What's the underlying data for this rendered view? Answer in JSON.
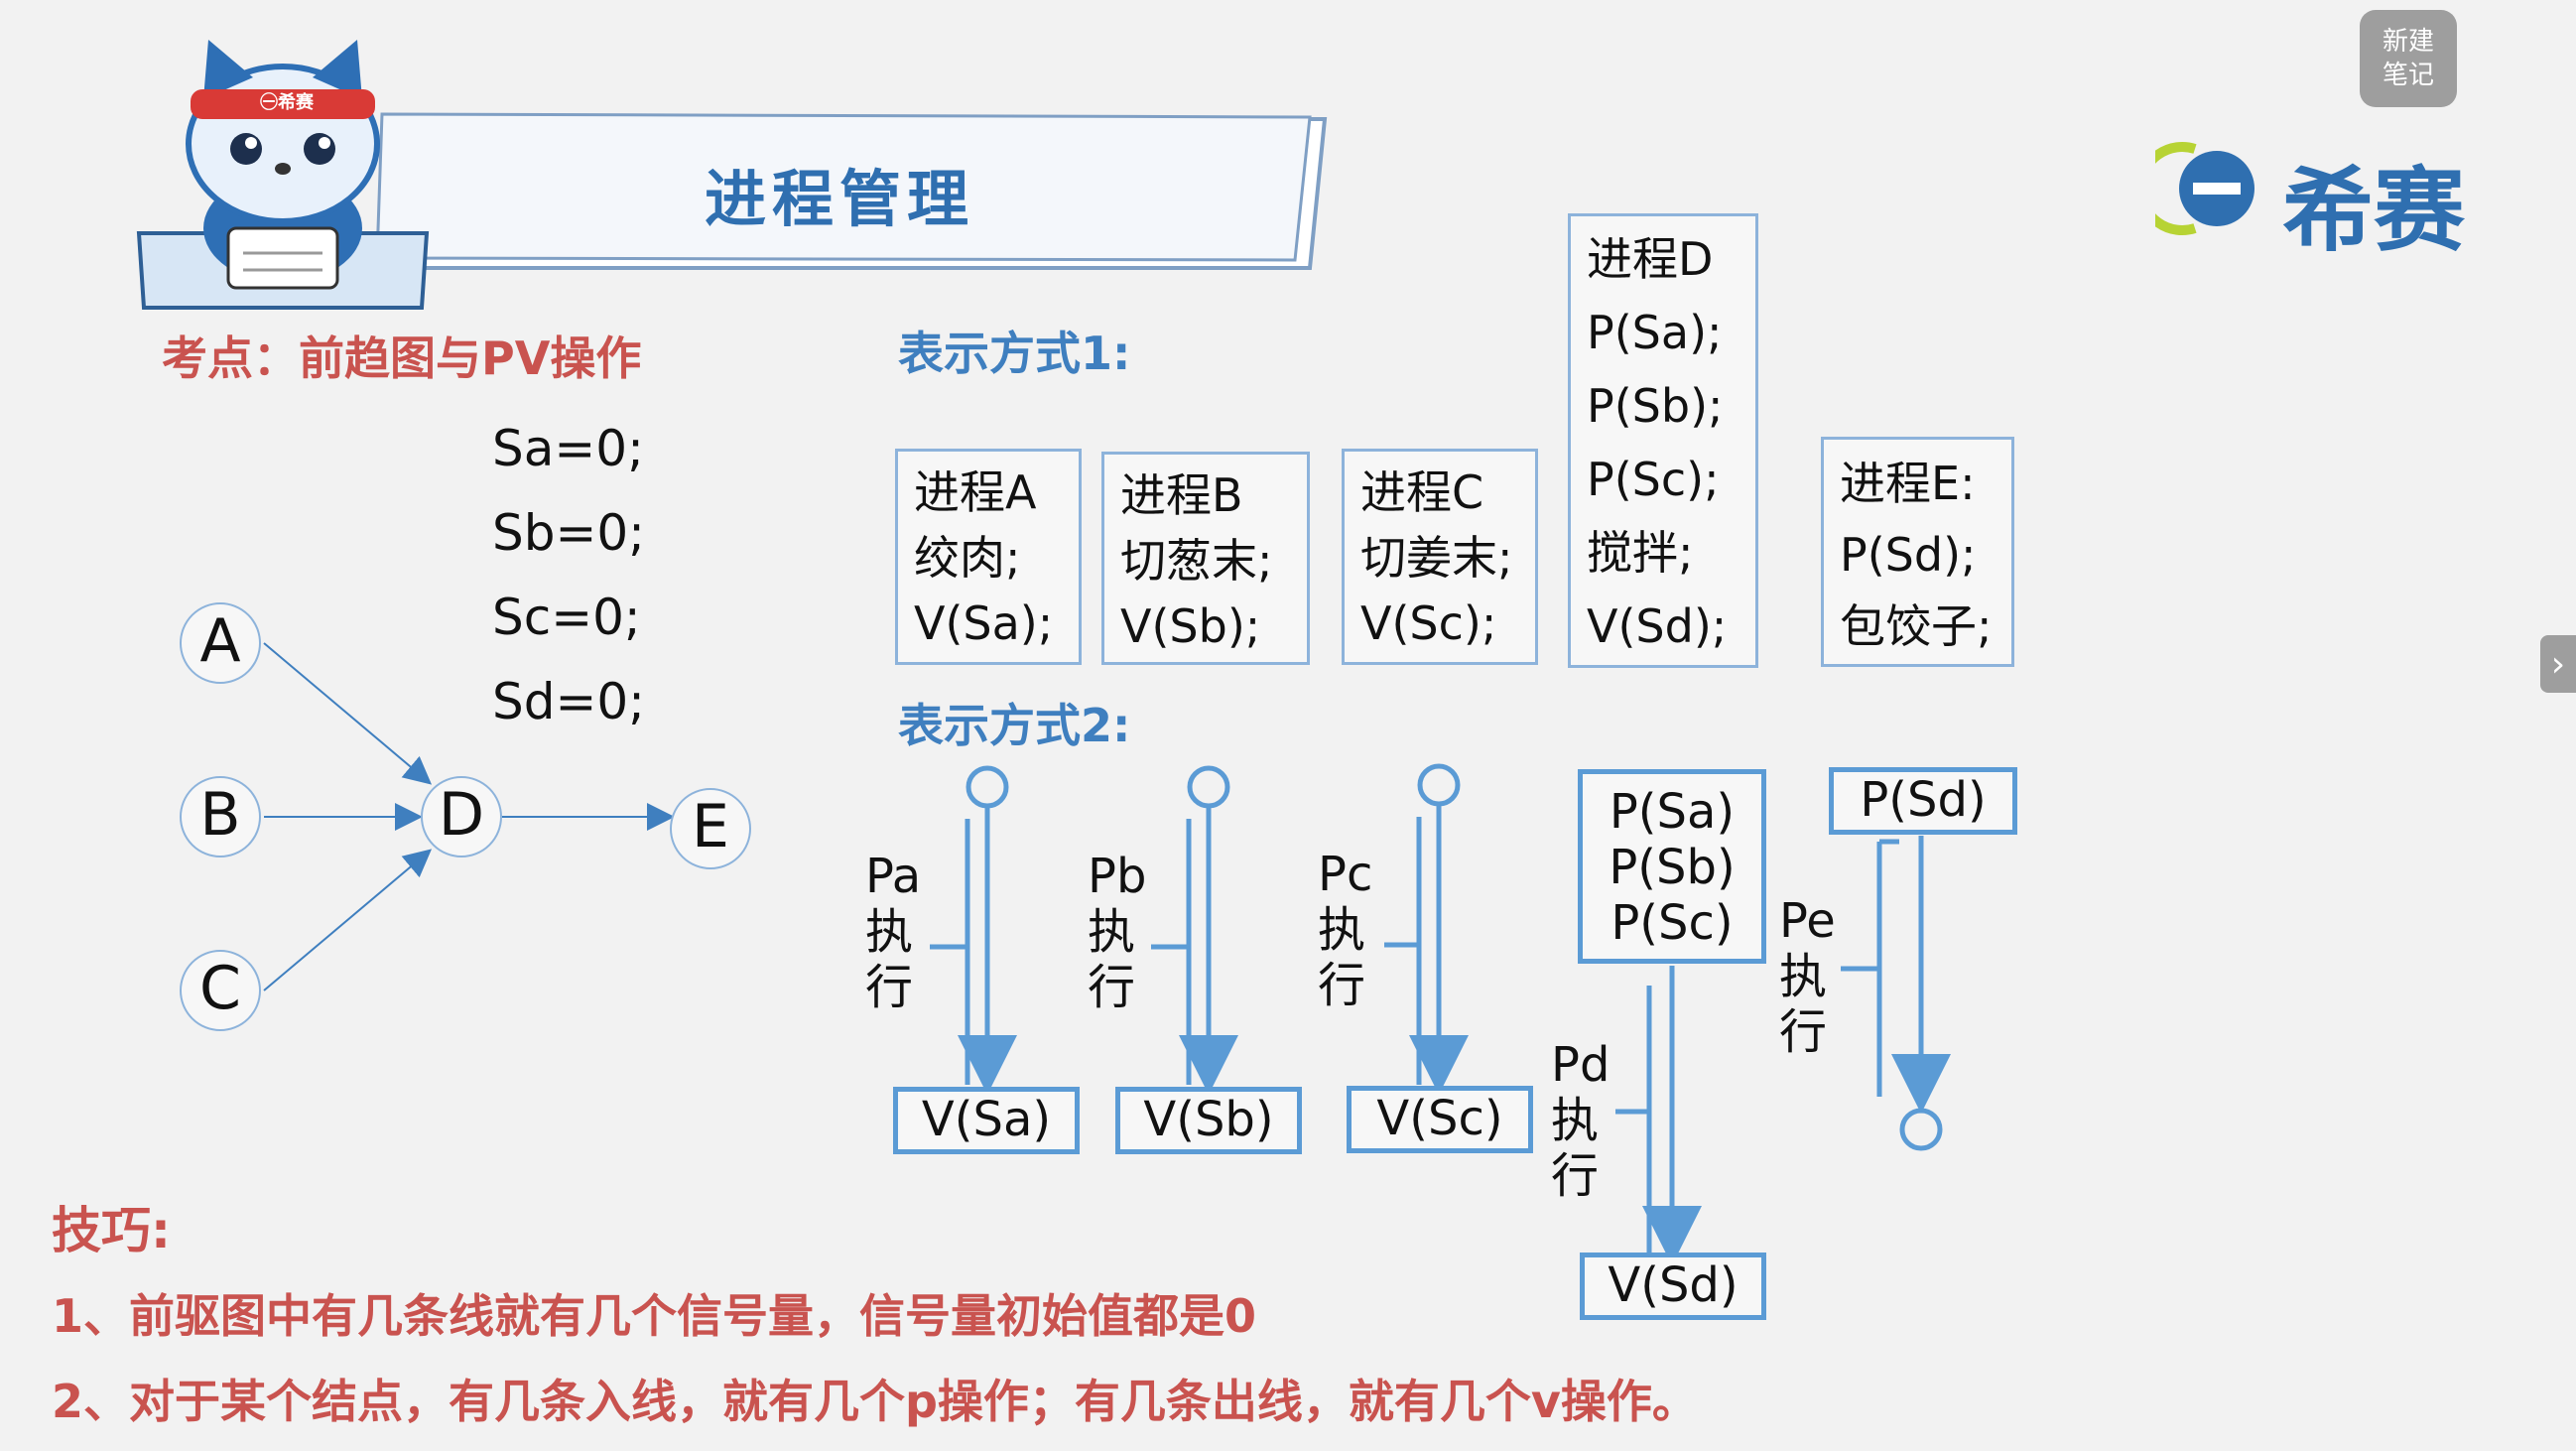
{
  "note_button": {
    "line1": "新建",
    "line2": "笔记"
  },
  "logo": {
    "text": "希赛",
    "mascot_badge": "㊀希赛"
  },
  "banner": {
    "title": "进程管理"
  },
  "exam_point": "考点：前趋图与PV操作",
  "semaphores": [
    "Sa=0;",
    "Sb=0;",
    "Sc=0;",
    "Sd=0;"
  ],
  "graph": {
    "nodes": [
      "A",
      "B",
      "C",
      "D",
      "E"
    ]
  },
  "repr1": {
    "heading": "表示方式1:",
    "processes": [
      {
        "lines": [
          "进程A",
          "绞肉;",
          "V(Sa);"
        ]
      },
      {
        "lines": [
          "进程B",
          "切葱末;",
          "V(Sb);"
        ]
      },
      {
        "lines": [
          "进程C",
          "切姜末;",
          "V(Sc);"
        ]
      },
      {
        "lines": [
          "进程D",
          "P(Sa);",
          "P(Sb);",
          "P(Sc);",
          "搅拌;",
          "V(Sd);"
        ]
      },
      {
        "lines": [
          "进程E:",
          "P(Sd);",
          "包饺子;"
        ]
      }
    ]
  },
  "repr2": {
    "heading": "表示方式2:",
    "labels": {
      "pa": "Pa\n执\n行",
      "pb": "Pb\n执\n行",
      "pc": "Pc\n执\n行",
      "pd": "Pd\n执\n行",
      "pe": "Pe\n执\n行"
    },
    "boxes": {
      "va": "V(Sa)",
      "vb": "V(Sb)",
      "vc": "V(Sc)",
      "pd_top": [
        "P(Sa)",
        "P(Sb)",
        "P(Sc)"
      ],
      "vd": "V(Sd)",
      "pe_top": "P(Sd)"
    }
  },
  "tips": {
    "heading": "技巧:",
    "items": [
      "1、前驱图中有几条线就有几个信号量，信号量初始值都是0",
      "2、对于某个结点，有几条入线，就有几个p操作；有几条出线，就有几个v操作。"
    ]
  },
  "colors": {
    "title_blue": "#2f6fb0",
    "accent_red": "#c9534f",
    "box_blue": "#5b9bd5",
    "logo_green": "#b7d334"
  }
}
